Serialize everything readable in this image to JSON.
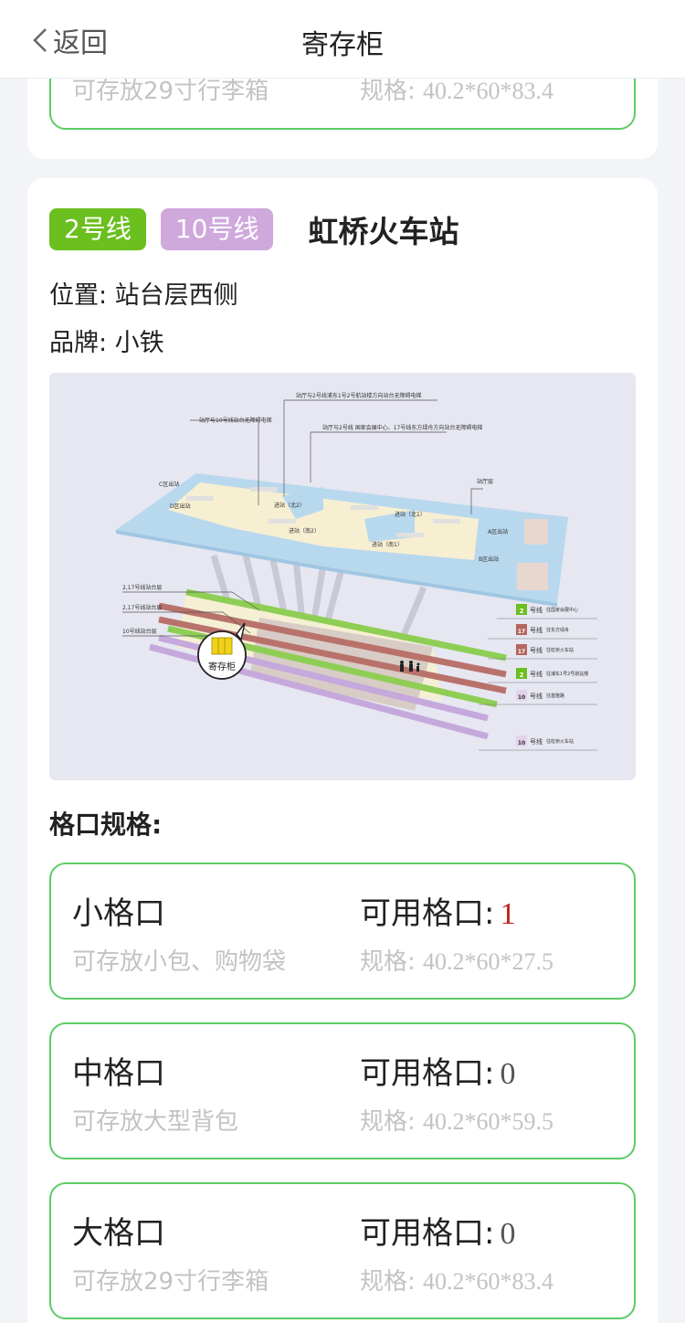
{
  "header": {
    "back_label": "返回",
    "title": "寄存柜"
  },
  "previous_card": {
    "spec": {
      "desc": "可存放29寸行李箱",
      "size_label": "规格:",
      "size_value": "40.2*60*83.4"
    }
  },
  "station_card": {
    "lines": [
      {
        "label": "2号线",
        "color": "#6bbf1e"
      },
      {
        "label": "10号线",
        "color": "#cfa8dc"
      }
    ],
    "station_name": "虹桥火车站",
    "location": "位置: 站台层西侧",
    "brand": "品牌: 小铁",
    "map": {
      "labels": {
        "elevator_1": "站厅与10号线站台无障碍电梯",
        "elevator_2": "站厅与2号线浦东1号2号航站楼方向站台无障碍电梯",
        "elevator_3": "站厅与2号线 国家会展中心、17号线东方绿舟方向站台无障碍电梯",
        "exit_c": "C区出站",
        "exit_d": "D区出站",
        "exit_a": "A区出站",
        "exit_b": "B区出站",
        "concourse": "站厅层",
        "entry_n2": "进站（北2）",
        "entry_n1": "进站（北1）",
        "entry_s2": "进站（南2）",
        "entry_s1": "进站（南1）",
        "platform_1": "2,17号线站台层",
        "platform_2": "2,17号线站台层",
        "platform_3": "10号线站台层",
        "locker": "寄存柜"
      },
      "platform_lines": [
        {
          "num": "2",
          "text": "号线",
          "dest": "往国家会展中心",
          "color": "#6bbf1e"
        },
        {
          "num": "17",
          "text": "号线",
          "dest": "往东方绿舟",
          "color": "#b5665e"
        },
        {
          "num": "17",
          "text": "号线",
          "dest": "往虹桥火车站",
          "color": "#b5665e"
        },
        {
          "num": "2",
          "text": "号线",
          "dest": "往浦东1号2号航站楼",
          "color": "#6bbf1e"
        },
        {
          "num": "10",
          "text": "号线",
          "dest": "往基隆路",
          "color": "#b89ad0"
        },
        {
          "num": "10",
          "text": "号线",
          "dest": "往虹桥火车站",
          "color": "#b89ad0"
        }
      ]
    },
    "spec_title": "格口规格:",
    "specs": [
      {
        "name": "小格口",
        "desc": "可存放小包、购物袋",
        "avail_label": "可用格口:",
        "avail": "1",
        "size_label": "规格:",
        "size_value": "40.2*60*27.5"
      },
      {
        "name": "中格口",
        "desc": "可存放大型背包",
        "avail_label": "可用格口:",
        "avail": "0",
        "size_label": "规格:",
        "size_value": "40.2*60*59.5"
      },
      {
        "name": "大格口",
        "desc": "可存放29寸行李箱",
        "avail_label": "可用格口:",
        "avail": "0",
        "size_label": "规格:",
        "size_value": "40.2*60*83.4"
      }
    ]
  },
  "colors": {
    "border_green": "#5ccc66",
    "available_red": "#c0201c"
  }
}
